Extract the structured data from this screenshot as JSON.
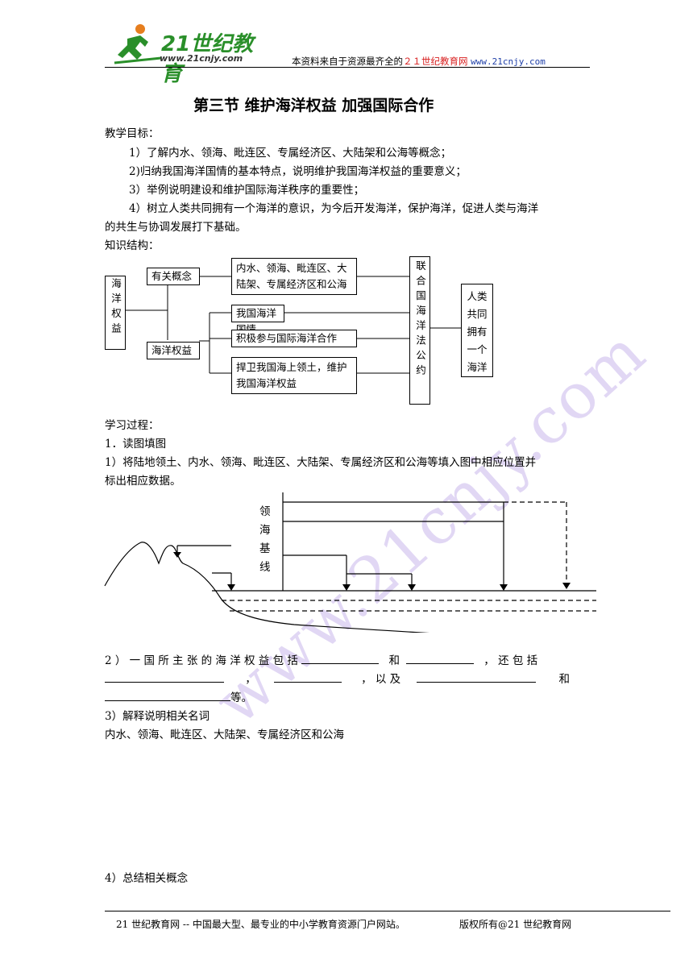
{
  "header": {
    "logo_text": "21世纪教育",
    "logo_url": "www.21cnjy.com",
    "source_prefix": "本资料来自于资源最齐全的",
    "source_site": "２１世纪教育网",
    "source_url": "www.21cnjy.com"
  },
  "watermark": "www.21cnjy.com",
  "title": "第三节  维护海洋权益    加强国际合作",
  "objectives": {
    "heading": "教学目标：",
    "items": [
      "1）了解内水、领海、毗连区、专属经济区、大陆架和公海等概念；",
      "2)归纳我国海洋国情的基本特点，说明维护我国海洋权益的重要意义；",
      "3）举例说明建设和维护国际海洋秩序的重要性；",
      "4）树立人类共同拥有一个海洋的意识，为今后开发海洋，保护海洋，促进人类与海洋"
    ],
    "item4_cont": "的共生与协调发展打下基础。"
  },
  "structure": {
    "heading": "知识结构：",
    "root": "海洋权益",
    "concept": "有关概念",
    "rights": "海洋权益",
    "concept_detail_1": "内水、领海、毗连区、大",
    "concept_detail_2": "陆架、专属经济区和公海",
    "rights_1": "我国海洋国情",
    "rights_2": "积极参与国际海洋合作",
    "rights_3_1": "捍卫我国海上领土，维护",
    "rights_3_2": "我国海洋权益",
    "treaty": "联合国海洋法公约",
    "shared": "人类共同拥有一个海洋"
  },
  "process": {
    "heading": "学习过程：",
    "step1": "1．读图填图",
    "q1_line1": "1）将陆地领土、内水、领海、毗连区、大陆架、专属经济区和公海等填入图中相应位置并",
    "q1_line2": "标出相应数据。",
    "diagram_label": "领海基线",
    "q2_line1_a": "2 ） 一 国 所 主 张 的 海 洋 权 益 包 括",
    "q2_line1_b": "和",
    "q2_line1_c": "， 还 包 括",
    "q2_line2_a": "，",
    "q2_line2_b": "， 以 及",
    "q2_line2_c": "和",
    "q2_line3_end": "等。",
    "q3": "3）解释说明相关名词",
    "q3_terms": "内水、领海、毗连区、大陆架、专属经济区和公海",
    "q4": "4）总结相关概念"
  },
  "footer": {
    "left": "21 世纪教育网 --  中国最大型、最专业的中小学教育资源门户网站。",
    "right": "版权所有@21 世纪教育网"
  }
}
